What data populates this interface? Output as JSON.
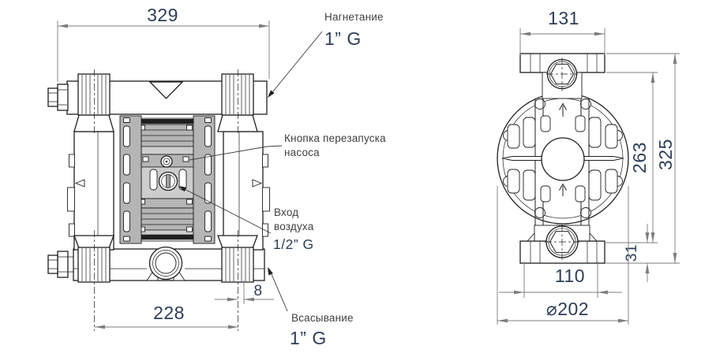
{
  "front": {
    "dims": {
      "total_width": "329",
      "port_spacing": "228",
      "edge_offset": "8"
    },
    "callouts": {
      "discharge_label": "Нагнетание",
      "discharge_size": "1” G",
      "restart_line1": "Кнопка перезапуска",
      "restart_line2": "насоса",
      "air_line1": "Вход",
      "air_line2": "воздуха",
      "air_size": "1/2” G",
      "suction_label": "Всасывание",
      "suction_size": "1” G"
    }
  },
  "side": {
    "dims": {
      "top_width": "131",
      "upper_height": "263",
      "total_height": "325",
      "foot_height": "31",
      "foot_width": "110",
      "flange_diameter": "⌀202"
    }
  },
  "colors": {
    "line": "#1f1f1f",
    "dimension_lines": "#7d7d7d",
    "dimension_text": "#2c3e57",
    "label_text": "#3f3f3f",
    "body_gray": "#b5b5b5",
    "body_gray_light": "#cdcdcd",
    "body_gray_dark": "#9e9e9e",
    "background": "#ffffff"
  }
}
